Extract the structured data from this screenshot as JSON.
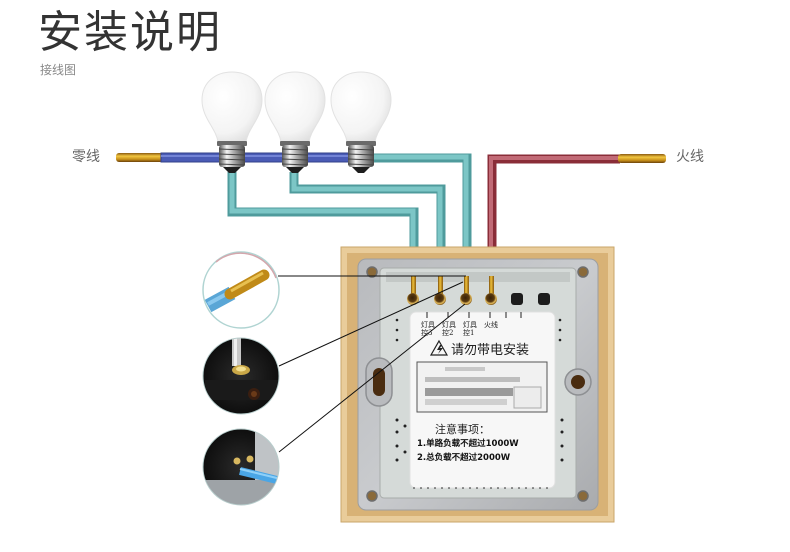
{
  "header": {
    "title": "安装说明",
    "subtitle": "接线图"
  },
  "wires": {
    "neutral_label": "零线",
    "live_label": "火线",
    "colors": {
      "neutral": "#4a5bb5",
      "load": "#72bfc0",
      "live": "#a8404c",
      "copper": "#d9a21c"
    }
  },
  "bulbs": [
    {
      "name": "bulb-1",
      "state": "off"
    },
    {
      "name": "bulb-2",
      "state": "off"
    },
    {
      "name": "bulb-3",
      "state": "off"
    }
  ],
  "switch_panel": {
    "terminals": [
      {
        "label_line1": "灯具",
        "label_line2": "控3"
      },
      {
        "label_line1": "灯具",
        "label_line2": "控2"
      },
      {
        "label_line1": "灯具",
        "label_line2": "控1"
      },
      {
        "label_line1": "火线",
        "label_line2": ""
      }
    ],
    "warning": "请勿带电安装",
    "product_label": "[blurred]",
    "notes_title": "注意事项：",
    "notes": [
      "1.单路负载不超过1000W",
      "2.总负载不超过2000W"
    ]
  },
  "insets": [
    {
      "name": "stripped-wire-closeup",
      "description": "stripped wire end"
    },
    {
      "name": "screwdriver-terminal-closeup",
      "description": "loosen terminal screw"
    },
    {
      "name": "wire-inserted-closeup",
      "description": "wire inserted into terminal"
    }
  ]
}
